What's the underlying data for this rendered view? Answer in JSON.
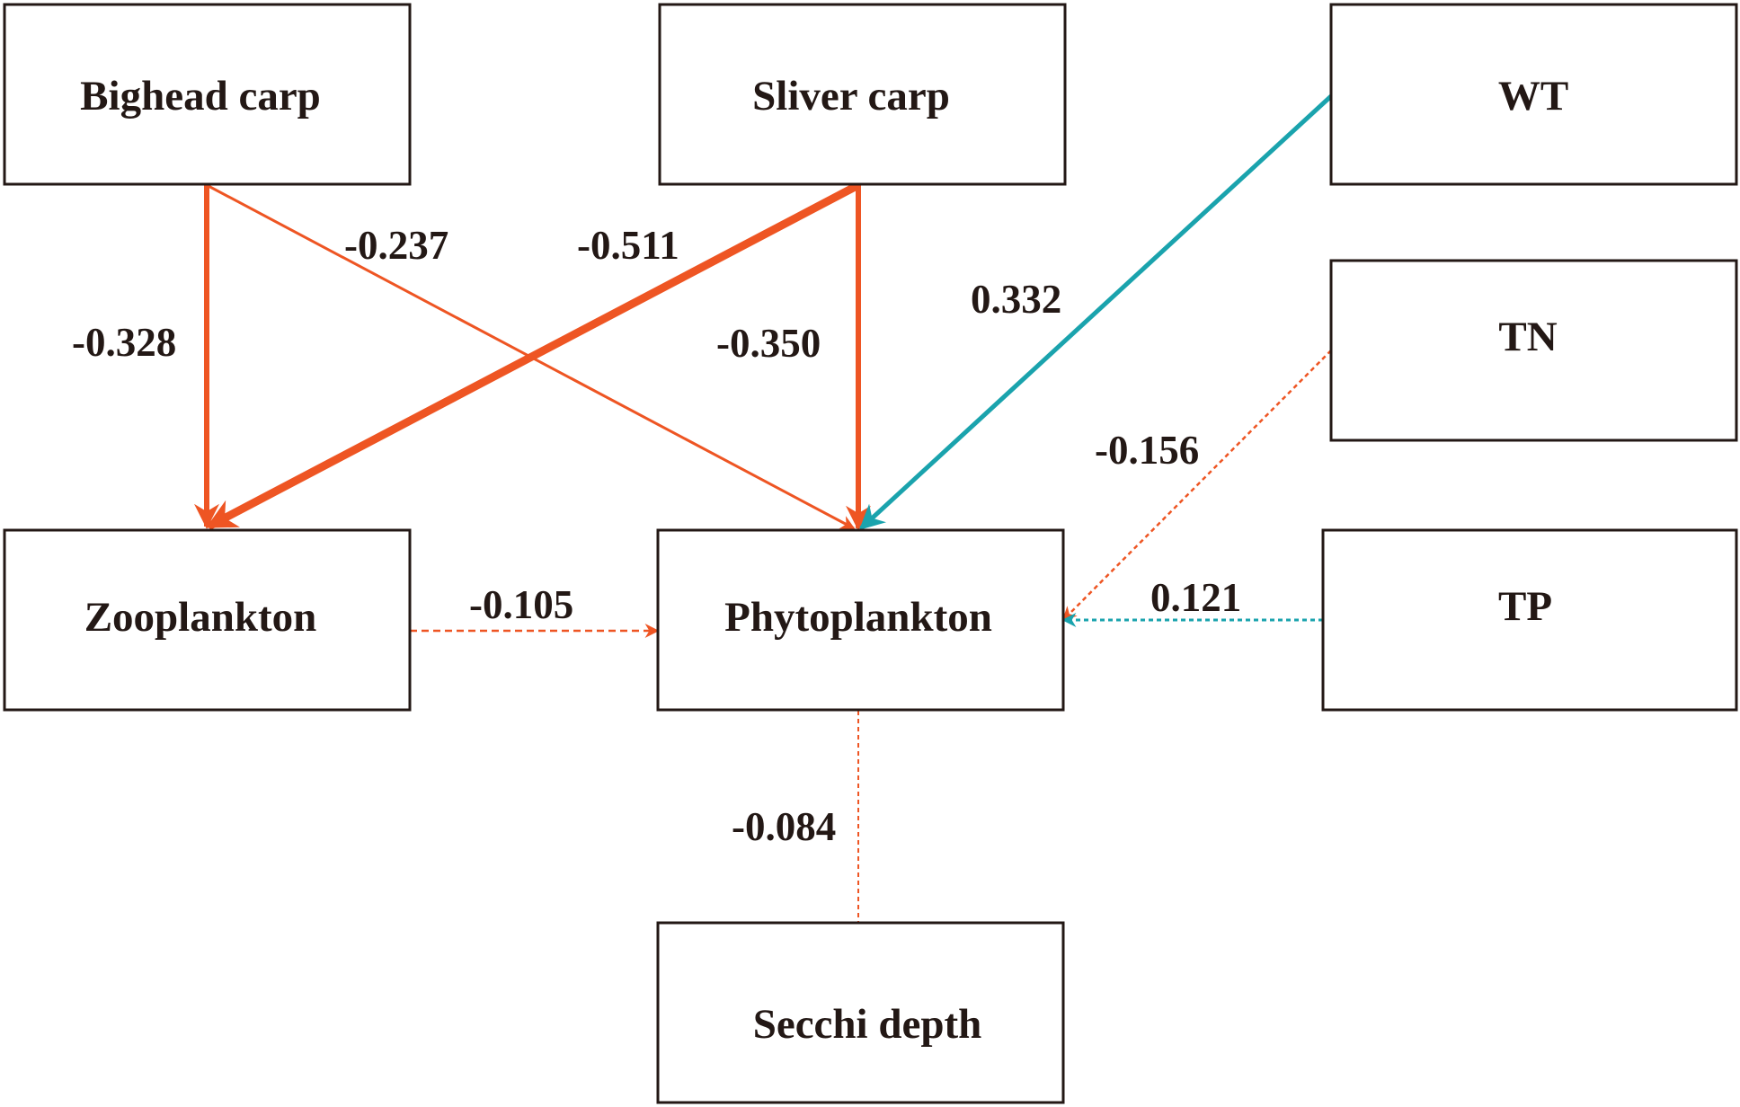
{
  "colors": {
    "negative": "#EE5523",
    "positive": "#1AA3AD",
    "box_border": "#231815",
    "text": "#231815"
  },
  "nodes": {
    "bighead": "Bighead carp",
    "silver": "Sliver carp",
    "wt": "WT",
    "tn": "TN",
    "tp": "TP",
    "zoo": "Zooplankton",
    "phyto": "Phytoplankton",
    "secchi": "Secchi depth"
  },
  "edges": {
    "bighead_zoo": "-0.328",
    "bighead_phyto": "-0.237",
    "silver_zoo": "-0.511",
    "silver_phyto": "-0.350",
    "wt_phyto": "0.332",
    "tn_phyto": "-0.156",
    "tp_phyto": "0.121",
    "zoo_phyto": "-0.105",
    "phyto_secchi": "-0.084"
  }
}
